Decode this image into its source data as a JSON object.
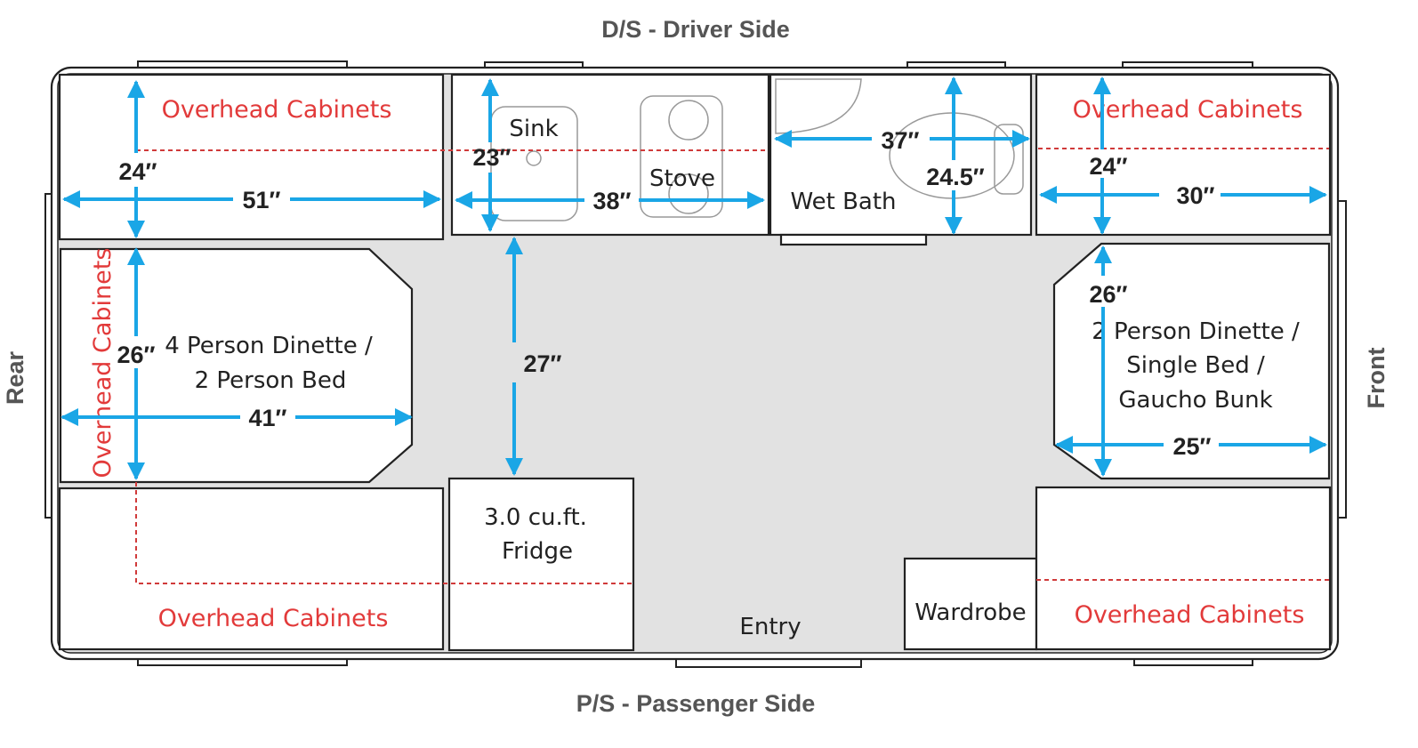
{
  "title": {
    "top": "D/S - Driver Side",
    "bottom": "P/S - Passenger Side",
    "left": "Rear",
    "right": "Front"
  },
  "labels": {
    "overhead_top_left": "Overhead Cabinets",
    "overhead_top_right": "Overhead Cabinets",
    "overhead_bottom_left": "Overhead Cabinets",
    "overhead_bottom_right": "Overhead Cabinets",
    "overhead_vertical": "Overhead Cabinets",
    "sink": "Sink",
    "stove": "Stove",
    "wet_bath": "Wet Bath",
    "dinette_rear_line1": "4 Person Dinette /",
    "dinette_rear_line2": "2 Person Bed",
    "dinette_front_line1": "2 Person Dinette /",
    "dinette_front_line2": "Single Bed /",
    "dinette_front_line3": "Gaucho Bunk",
    "fridge_line1": "3.0 cu.ft.",
    "fridge_line2": "Fridge",
    "entry": "Entry",
    "wardrobe": "Wardrobe"
  },
  "dimensions": {
    "rear_cab_depth": "24″",
    "rear_cab_width": "51″",
    "galley_depth": "23″",
    "galley_width": "38″",
    "bath_width": "37″",
    "bath_depth": "24.5″",
    "front_cab_depth": "24″",
    "front_cab_width": "30″",
    "rear_dinette_depth": "26″",
    "rear_dinette_width": "41″",
    "aisle": "27″",
    "front_dinette_depth": "26″",
    "front_dinette_width": "25″"
  },
  "colors": {
    "dimension_arrows": "#1aa6e6",
    "cabinet_text": "#e23a3a",
    "floor": "#e2e2e2"
  }
}
